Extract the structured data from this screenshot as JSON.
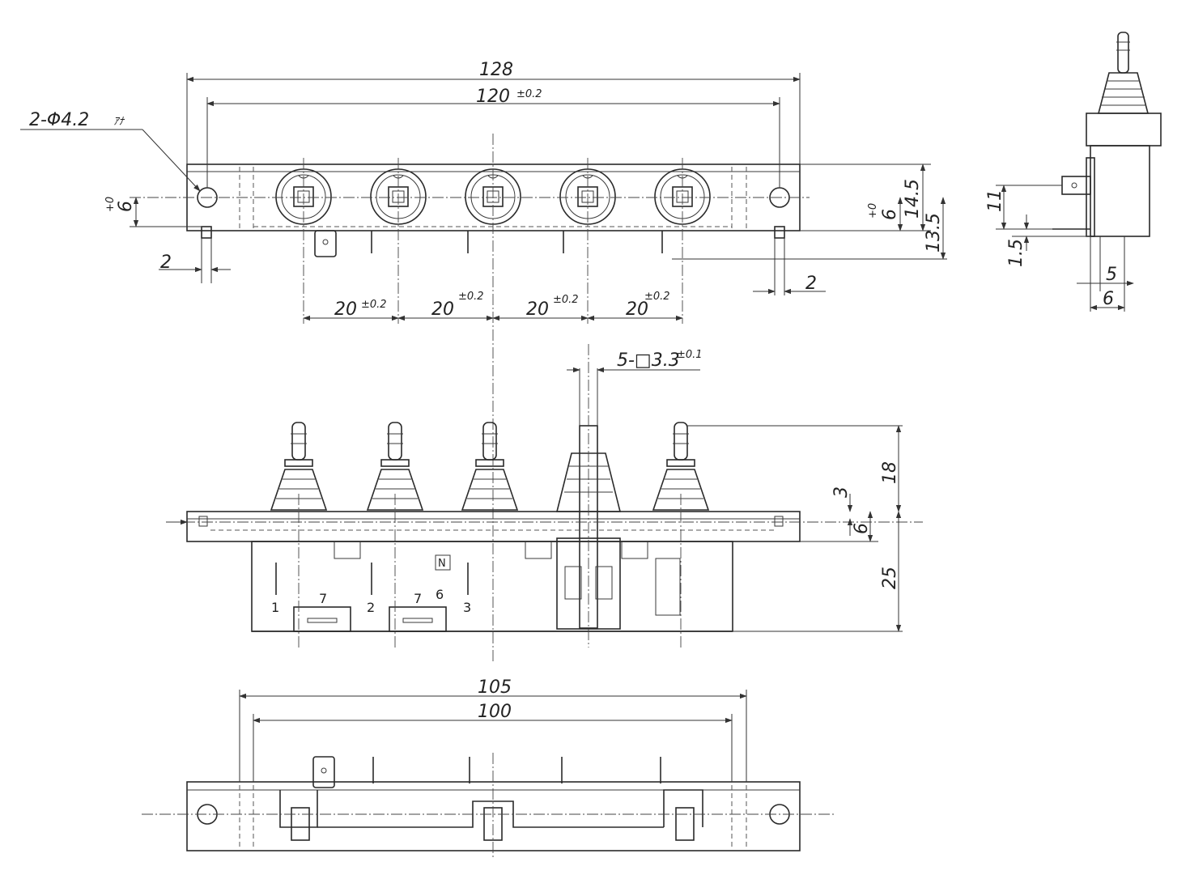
{
  "top_view": {
    "dim_overall": "128",
    "dim_pitch": "120",
    "dim_pitch_tol": "±0.2",
    "hole_callout": "2-Φ4.2",
    "hole_callout_suffix": "ｱﾅ",
    "dim_hole_offset": "6",
    "dim_hole_offset_tol": "+0",
    "dim_pin_left": "2",
    "dim_pin_right": "2",
    "dim_height_a": "14.5",
    "dim_height_b": "13.5",
    "dim_right_hole": "6",
    "dim_right_hole_tol": "+0",
    "spacing": [
      {
        "value": "20",
        "tol": "±0.2"
      },
      {
        "value": "20",
        "tol": "±0.2"
      },
      {
        "value": "20",
        "tol": "±0.2"
      },
      {
        "value": "20",
        "tol": "±0.2"
      }
    ]
  },
  "side_view": {
    "dim_11": "11",
    "dim_15": "1.5",
    "dim_5": "5",
    "dim_6": "6"
  },
  "front_view": {
    "shaft_callout": "5-□3.3",
    "shaft_callout_tol": "±0.1",
    "dim_18": "18",
    "dim_3": "3",
    "dim_6": "6",
    "dim_25": "25",
    "terminal_labels": [
      "1",
      "7",
      "2",
      "7",
      "6",
      "3"
    ],
    "mark_n": "N"
  },
  "bottom_view": {
    "dim_105": "105",
    "dim_100": "100"
  }
}
